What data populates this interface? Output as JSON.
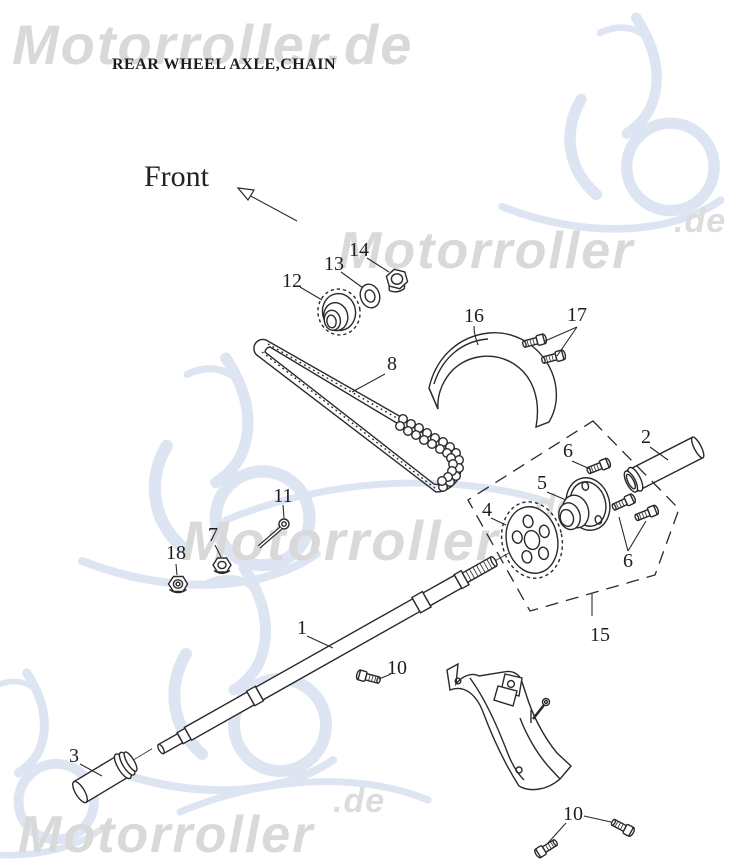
{
  "page": {
    "title": "REAR WHEEL AXLE,CHAIN",
    "front_label": "Front"
  },
  "watermark": {
    "full": "Motorroller.de",
    "brand": "Motorroller",
    "suffix": ".de"
  },
  "colors": {
    "line_art": "#2a2a2a",
    "watermark_text": "#d9d9d9",
    "watermark_logo_blue": "#dde5f2",
    "background": "#ffffff"
  },
  "callouts": {
    "c1": "1",
    "c2": "2",
    "c3": "3",
    "c4": "4",
    "c5": "5",
    "c6_top": "6",
    "c6_bottom": "6",
    "c7": "7",
    "c8": "8",
    "c10_mid": "10",
    "c10_bottom": "10",
    "c11": "11",
    "c12": "12",
    "c13": "13",
    "c14": "14",
    "c15": "15",
    "c16": "16",
    "c17": "17",
    "c18": "18"
  }
}
